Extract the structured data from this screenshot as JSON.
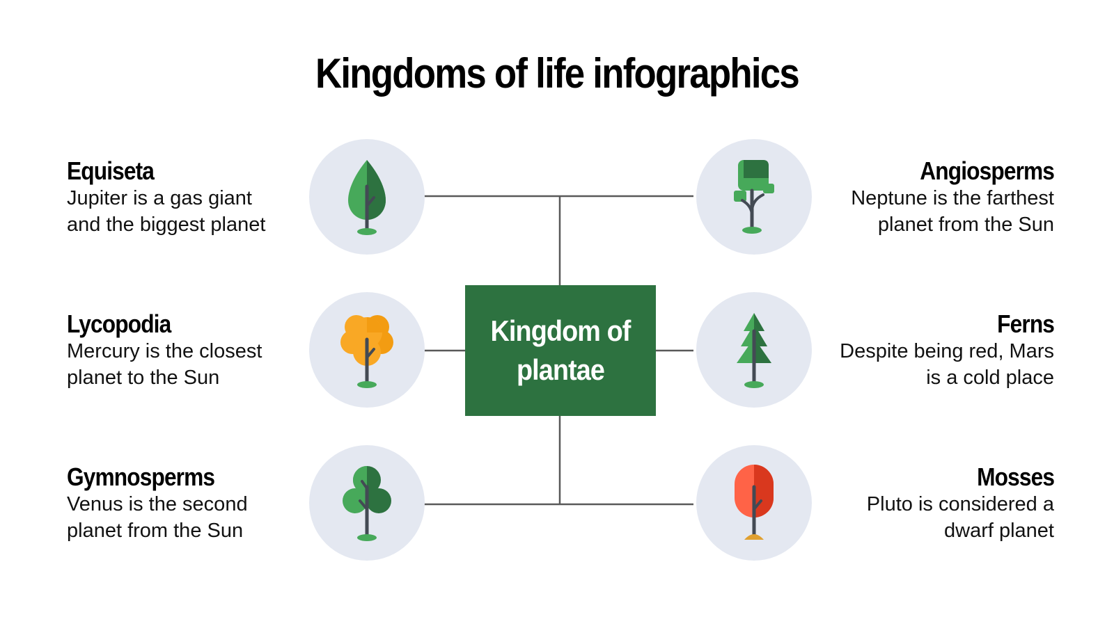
{
  "title": "Kingdoms of life infographics",
  "center": {
    "label": "Kingdom of plantae",
    "color": "#2d7240"
  },
  "colors": {
    "circle_bg": "#e4e8f1",
    "connector": "#595959",
    "green": "#47a95a",
    "dark_green": "#2d7240",
    "orange": "#f9a825",
    "red": "#e84532",
    "trunk": "#434a54"
  },
  "items": [
    {
      "title": "Equiseta",
      "desc_line1": "Jupiter is a gas giant",
      "desc_line2": "and the biggest planet",
      "icon": "leaf-tree-icon"
    },
    {
      "title": "Lycopodia",
      "desc_line1": "Mercury is the closest",
      "desc_line2": "planet to the Sun",
      "icon": "orange-tree-icon"
    },
    {
      "title": "Gymnosperms",
      "desc_line1": "Venus is the second",
      "desc_line2": "planet from the Sun",
      "icon": "round-tree-icon"
    },
    {
      "title": "Angiosperms",
      "desc_line1": "Neptune is the farthest",
      "desc_line2": "planet from the Sun",
      "icon": "square-tree-icon"
    },
    {
      "title": "Ferns",
      "desc_line1": "Despite being red, Mars",
      "desc_line2": "is a cold place",
      "icon": "pine-tree-icon"
    },
    {
      "title": "Mosses",
      "desc_line1": "Pluto is considered a",
      "desc_line2": "dwarf planet",
      "icon": "red-tree-icon"
    }
  ]
}
